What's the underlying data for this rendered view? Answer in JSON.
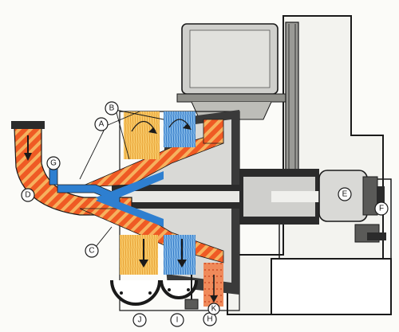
{
  "colors": {
    "feed_orange": "#ef5a24",
    "feed_stripe": "#f6b15e",
    "light_phase": "#f2b13c",
    "heavy_phase": "#2e7fd0",
    "solids": "#e5532a",
    "metal_dark": "#2b2b2b",
    "metal_light": "#d9d9d6",
    "motor_grey": "#cfcfcc",
    "frame": "#1a1a1a"
  },
  "labels": {
    "A": "A",
    "B": "B",
    "C": "C",
    "D": "D",
    "E": "E",
    "F": "F",
    "G": "G",
    "H": "H",
    "I": "I",
    "J": "J",
    "K": "K"
  }
}
